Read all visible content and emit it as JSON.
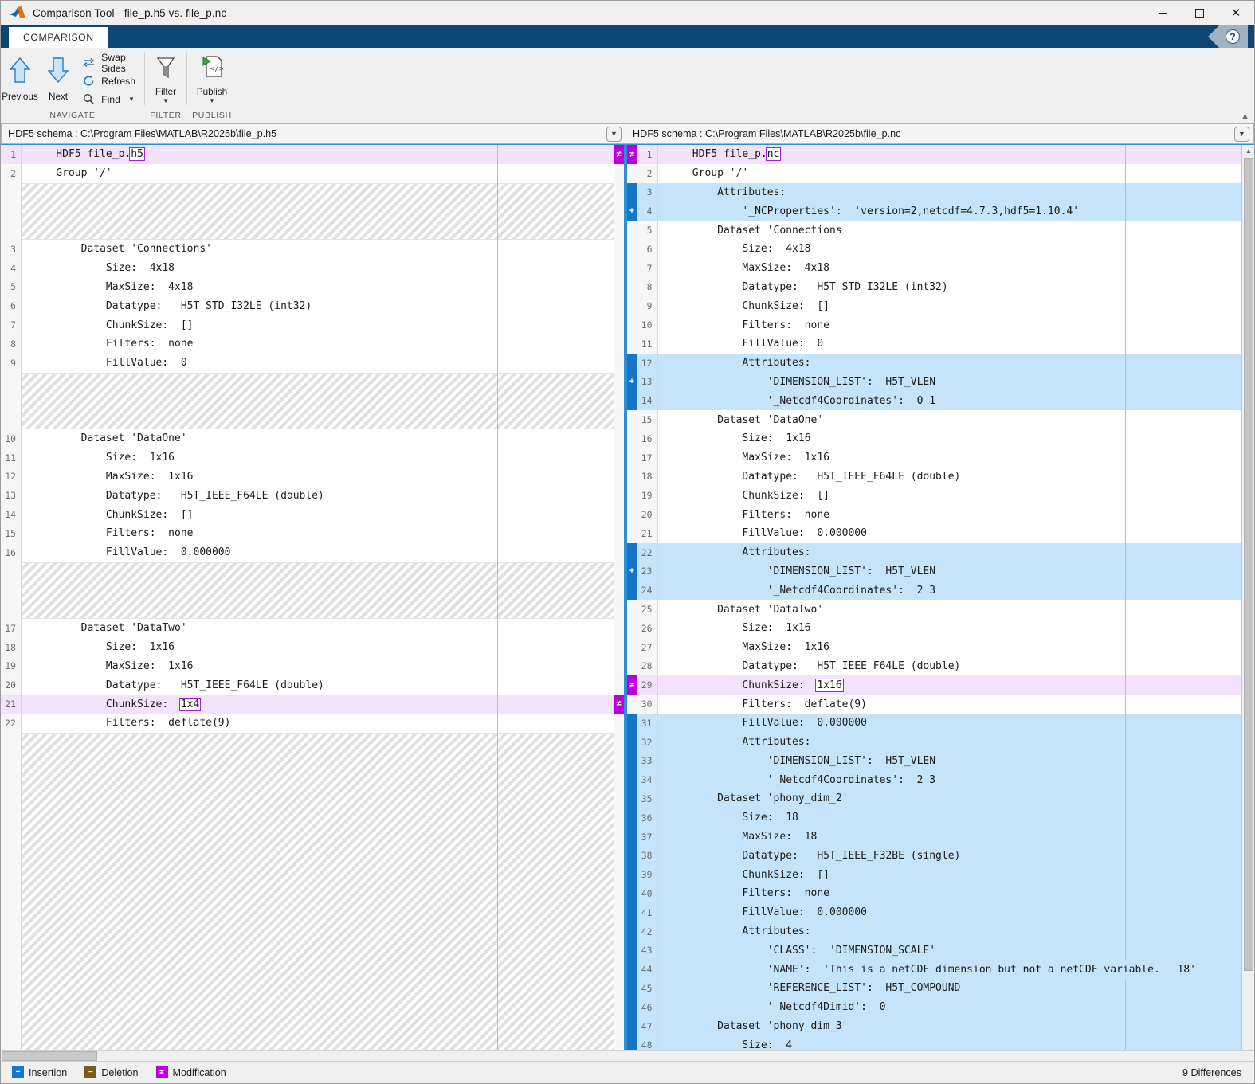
{
  "window": {
    "title": "Comparison Tool - file_p.h5 vs. file_p.nc",
    "minimize_label": "—",
    "maximize_label": "",
    "close_label": "✕"
  },
  "tabs": [
    {
      "label": "COMPARISON",
      "active": true
    }
  ],
  "help": {
    "label": "?"
  },
  "ribbon": {
    "groups": [
      {
        "name": "NAVIGATE",
        "label": "NAVIGATE",
        "big": [
          {
            "label": "Previous",
            "icon": "arrow-up-icon"
          },
          {
            "label": "Next",
            "icon": "arrow-down-icon"
          }
        ],
        "small": [
          {
            "label": "Swap Sides",
            "icon": "swap-sides-icon",
            "caret": false
          },
          {
            "label": "Refresh",
            "icon": "refresh-icon",
            "caret": false
          },
          {
            "label": "Find",
            "icon": "search-icon",
            "caret": true
          }
        ]
      },
      {
        "name": "FILTER",
        "label": "FILTER",
        "big": [
          {
            "label": "Filter",
            "icon": "funnel-icon",
            "caret": true
          }
        ],
        "small": []
      },
      {
        "name": "PUBLISH",
        "label": "PUBLISH",
        "big": [
          {
            "label": "Publish",
            "icon": "publish-icon",
            "caret": true
          }
        ],
        "small": []
      }
    ]
  },
  "panes": {
    "left": {
      "header": "HDF5 schema : C:\\Program Files\\MATLAB\\R2025b\\file_p.h5",
      "dropdown_icon": "chevron-down-icon",
      "rows": [
        {
          "n": "1",
          "marker": "mod",
          "bg": "mod",
          "pre": "    HDF5 file_p.",
          "hl": "h5",
          "post": ""
        },
        {
          "n": "2",
          "marker": "",
          "bg": "none",
          "pre": "    Group '/'",
          "hl": "",
          "post": ""
        },
        {
          "n": "",
          "marker": "",
          "bg": "filler",
          "span": 3,
          "pre": "",
          "hl": "",
          "post": ""
        },
        {
          "n": "3",
          "marker": "",
          "bg": "none",
          "pre": "        Dataset 'Connections'",
          "hl": "",
          "post": ""
        },
        {
          "n": "4",
          "marker": "",
          "bg": "none",
          "pre": "            Size:  4x18",
          "hl": "",
          "post": ""
        },
        {
          "n": "5",
          "marker": "",
          "bg": "none",
          "pre": "            MaxSize:  4x18",
          "hl": "",
          "post": ""
        },
        {
          "n": "6",
          "marker": "",
          "bg": "none",
          "pre": "            Datatype:   H5T_STD_I32LE (int32)",
          "hl": "",
          "post": ""
        },
        {
          "n": "7",
          "marker": "",
          "bg": "none",
          "pre": "            ChunkSize:  []",
          "hl": "",
          "post": ""
        },
        {
          "n": "8",
          "marker": "",
          "bg": "none",
          "pre": "            Filters:  none",
          "hl": "",
          "post": ""
        },
        {
          "n": "9",
          "marker": "",
          "bg": "none",
          "pre": "            FillValue:  0",
          "hl": "",
          "post": ""
        },
        {
          "n": "",
          "marker": "",
          "bg": "filler",
          "span": 3,
          "pre": "",
          "hl": "",
          "post": ""
        },
        {
          "n": "10",
          "marker": "",
          "bg": "none",
          "pre": "        Dataset 'DataOne'",
          "hl": "",
          "post": ""
        },
        {
          "n": "11",
          "marker": "",
          "bg": "none",
          "pre": "            Size:  1x16",
          "hl": "",
          "post": ""
        },
        {
          "n": "12",
          "marker": "",
          "bg": "none",
          "pre": "            MaxSize:  1x16",
          "hl": "",
          "post": ""
        },
        {
          "n": "13",
          "marker": "",
          "bg": "none",
          "pre": "            Datatype:   H5T_IEEE_F64LE (double)",
          "hl": "",
          "post": ""
        },
        {
          "n": "14",
          "marker": "",
          "bg": "none",
          "pre": "            ChunkSize:  []",
          "hl": "",
          "post": ""
        },
        {
          "n": "15",
          "marker": "",
          "bg": "none",
          "pre": "            Filters:  none",
          "hl": "",
          "post": ""
        },
        {
          "n": "16",
          "marker": "",
          "bg": "none",
          "pre": "            FillValue:  0.000000",
          "hl": "",
          "post": ""
        },
        {
          "n": "",
          "marker": "",
          "bg": "filler",
          "span": 3,
          "pre": "",
          "hl": "",
          "post": ""
        },
        {
          "n": "17",
          "marker": "",
          "bg": "none",
          "pre": "        Dataset 'DataTwo'",
          "hl": "",
          "post": ""
        },
        {
          "n": "18",
          "marker": "",
          "bg": "none",
          "pre": "            Size:  1x16",
          "hl": "",
          "post": ""
        },
        {
          "n": "19",
          "marker": "",
          "bg": "none",
          "pre": "            MaxSize:  1x16",
          "hl": "",
          "post": ""
        },
        {
          "n": "20",
          "marker": "",
          "bg": "none",
          "pre": "            Datatype:   H5T_IEEE_F64LE (double)",
          "hl": "",
          "post": ""
        },
        {
          "n": "21",
          "marker": "mod",
          "bg": "mod",
          "pre": "            ChunkSize:  ",
          "hl": "1x4",
          "post": ""
        },
        {
          "n": "22",
          "marker": "",
          "bg": "none",
          "pre": "            Filters:  deflate(9)",
          "hl": "",
          "post": ""
        },
        {
          "n": "",
          "marker": "",
          "bg": "filler",
          "span": 19,
          "pre": "",
          "hl": "",
          "post": ""
        }
      ]
    },
    "right": {
      "header": "HDF5 schema : C:\\Program Files\\MATLAB\\R2025b\\file_p.nc",
      "dropdown_icon": "chevron-down-icon",
      "rows": [
        {
          "n": "1",
          "marker": "mod",
          "bg": "mod",
          "pre": "    HDF5 file_p.",
          "hl": "nc",
          "post": ""
        },
        {
          "n": "2",
          "marker": "",
          "bg": "none",
          "pre": "    Group '/'",
          "hl": "",
          "post": ""
        },
        {
          "n": "3",
          "marker": "",
          "bg": "ins",
          "pre": "        Attributes:",
          "hl": "",
          "post": ""
        },
        {
          "n": "4",
          "marker": "ins",
          "bg": "ins",
          "pre": "            '_NCProperties':  'version=2,netcdf=4.7.3,hdf5=1.10.4'",
          "hl": "",
          "post": ""
        },
        {
          "n": "5",
          "marker": "",
          "bg": "none",
          "pre": "        Dataset 'Connections'",
          "hl": "",
          "post": ""
        },
        {
          "n": "6",
          "marker": "",
          "bg": "none",
          "pre": "            Size:  4x18",
          "hl": "",
          "post": ""
        },
        {
          "n": "7",
          "marker": "",
          "bg": "none",
          "pre": "            MaxSize:  4x18",
          "hl": "",
          "post": ""
        },
        {
          "n": "8",
          "marker": "",
          "bg": "none",
          "pre": "            Datatype:   H5T_STD_I32LE (int32)",
          "hl": "",
          "post": ""
        },
        {
          "n": "9",
          "marker": "",
          "bg": "none",
          "pre": "            ChunkSize:  []",
          "hl": "",
          "post": ""
        },
        {
          "n": "10",
          "marker": "",
          "bg": "none",
          "pre": "            Filters:  none",
          "hl": "",
          "post": ""
        },
        {
          "n": "11",
          "marker": "",
          "bg": "none",
          "pre": "            FillValue:  0",
          "hl": "",
          "post": ""
        },
        {
          "n": "12",
          "marker": "",
          "bg": "ins",
          "pre": "            Attributes:",
          "hl": "",
          "post": ""
        },
        {
          "n": "13",
          "marker": "ins",
          "bg": "ins",
          "pre": "                'DIMENSION_LIST':  H5T_VLEN",
          "hl": "",
          "post": ""
        },
        {
          "n": "14",
          "marker": "",
          "bg": "ins",
          "pre": "                '_Netcdf4Coordinates':  0 1",
          "hl": "",
          "post": ""
        },
        {
          "n": "15",
          "marker": "",
          "bg": "none",
          "pre": "        Dataset 'DataOne'",
          "hl": "",
          "post": ""
        },
        {
          "n": "16",
          "marker": "",
          "bg": "none",
          "pre": "            Size:  1x16",
          "hl": "",
          "post": ""
        },
        {
          "n": "17",
          "marker": "",
          "bg": "none",
          "pre": "            MaxSize:  1x16",
          "hl": "",
          "post": ""
        },
        {
          "n": "18",
          "marker": "",
          "bg": "none",
          "pre": "            Datatype:   H5T_IEEE_F64LE (double)",
          "hl": "",
          "post": ""
        },
        {
          "n": "19",
          "marker": "",
          "bg": "none",
          "pre": "            ChunkSize:  []",
          "hl": "",
          "post": ""
        },
        {
          "n": "20",
          "marker": "",
          "bg": "none",
          "pre": "            Filters:  none",
          "hl": "",
          "post": ""
        },
        {
          "n": "21",
          "marker": "",
          "bg": "none",
          "pre": "            FillValue:  0.000000",
          "hl": "",
          "post": ""
        },
        {
          "n": "22",
          "marker": "",
          "bg": "ins",
          "pre": "            Attributes:",
          "hl": "",
          "post": ""
        },
        {
          "n": "23",
          "marker": "ins",
          "bg": "ins",
          "pre": "                'DIMENSION_LIST':  H5T_VLEN",
          "hl": "",
          "post": ""
        },
        {
          "n": "24",
          "marker": "",
          "bg": "ins",
          "pre": "                '_Netcdf4Coordinates':  2 3",
          "hl": "",
          "post": ""
        },
        {
          "n": "25",
          "marker": "",
          "bg": "none",
          "pre": "        Dataset 'DataTwo'",
          "hl": "",
          "post": ""
        },
        {
          "n": "26",
          "marker": "",
          "bg": "none",
          "pre": "            Size:  1x16",
          "hl": "",
          "post": ""
        },
        {
          "n": "27",
          "marker": "",
          "bg": "none",
          "pre": "            MaxSize:  1x16",
          "hl": "",
          "post": ""
        },
        {
          "n": "28",
          "marker": "",
          "bg": "none",
          "pre": "            Datatype:   H5T_IEEE_F64LE (double)",
          "hl": "",
          "post": ""
        },
        {
          "n": "29",
          "marker": "mod",
          "bg": "mod",
          "pre": "            ChunkSize:  ",
          "hl": "1x16",
          "post": ""
        },
        {
          "n": "30",
          "marker": "",
          "bg": "none",
          "pre": "            Filters:  deflate(9)",
          "hl": "",
          "post": ""
        },
        {
          "n": "31",
          "marker": "",
          "bg": "ins",
          "pre": "            FillValue:  0.000000",
          "hl": "",
          "post": ""
        },
        {
          "n": "32",
          "marker": "",
          "bg": "ins",
          "pre": "            Attributes:",
          "hl": "",
          "post": ""
        },
        {
          "n": "33",
          "marker": "",
          "bg": "ins",
          "pre": "                'DIMENSION_LIST':  H5T_VLEN",
          "hl": "",
          "post": ""
        },
        {
          "n": "34",
          "marker": "",
          "bg": "ins",
          "pre": "                '_Netcdf4Coordinates':  2 3",
          "hl": "",
          "post": ""
        },
        {
          "n": "35",
          "marker": "",
          "bg": "ins",
          "pre": "        Dataset 'phony_dim_2'",
          "hl": "",
          "post": ""
        },
        {
          "n": "36",
          "marker": "",
          "bg": "ins",
          "pre": "            Size:  18",
          "hl": "",
          "post": ""
        },
        {
          "n": "37",
          "marker": "",
          "bg": "ins",
          "pre": "            MaxSize:  18",
          "hl": "",
          "post": ""
        },
        {
          "n": "38",
          "marker": "",
          "bg": "ins",
          "pre": "            Datatype:   H5T_IEEE_F32BE (single)",
          "hl": "",
          "post": ""
        },
        {
          "n": "39",
          "marker": "",
          "bg": "ins",
          "pre": "            ChunkSize:  []",
          "hl": "",
          "post": ""
        },
        {
          "n": "40",
          "marker": "",
          "bg": "ins",
          "pre": "            Filters:  none",
          "hl": "",
          "post": ""
        },
        {
          "n": "41",
          "marker": "",
          "bg": "ins",
          "pre": "            FillValue:  0.000000",
          "hl": "",
          "post": ""
        },
        {
          "n": "42",
          "marker": "",
          "bg": "ins",
          "pre": "            Attributes:",
          "hl": "",
          "post": ""
        },
        {
          "n": "43",
          "marker": "",
          "bg": "ins",
          "pre": "                'CLASS':  'DIMENSION_SCALE'",
          "hl": "",
          "post": ""
        },
        {
          "n": "44",
          "marker": "",
          "bg": "ins",
          "pre": "                'NAME':  'This is a netCDF dimension but not a netCDF variable.",
          "hl": "",
          "post": "",
          "tail": "18'"
        },
        {
          "n": "45",
          "marker": "",
          "bg": "ins",
          "pre": "                'REFERENCE_LIST':  H5T_COMPOUND",
          "hl": "",
          "post": ""
        },
        {
          "n": "46",
          "marker": "",
          "bg": "ins",
          "pre": "                '_Netcdf4Dimid':  0",
          "hl": "",
          "post": ""
        },
        {
          "n": "47",
          "marker": "",
          "bg": "ins",
          "pre": "        Dataset 'phony_dim_3'",
          "hl": "",
          "post": ""
        },
        {
          "n": "48",
          "marker": "",
          "bg": "ins",
          "pre": "            Size:  4",
          "hl": "",
          "post": ""
        }
      ]
    }
  },
  "status": {
    "legend": [
      {
        "symbol": "+",
        "label": "Insertion",
        "color": "#1476c4"
      },
      {
        "symbol": "−",
        "label": "Deletion",
        "color": "#7a5c17"
      },
      {
        "symbol": "≠",
        "label": "Modification",
        "color": "#bb00dd"
      }
    ],
    "diff_count": "9 Differences"
  },
  "colors": {
    "ribbon_blue": "#0b4675",
    "insertion": "#c5e3f9",
    "modification": "#f3e2fb",
    "marker_insertion": "#1476c4",
    "marker_modification": "#bb00dd",
    "highlight_outline": "#a21fd4"
  }
}
